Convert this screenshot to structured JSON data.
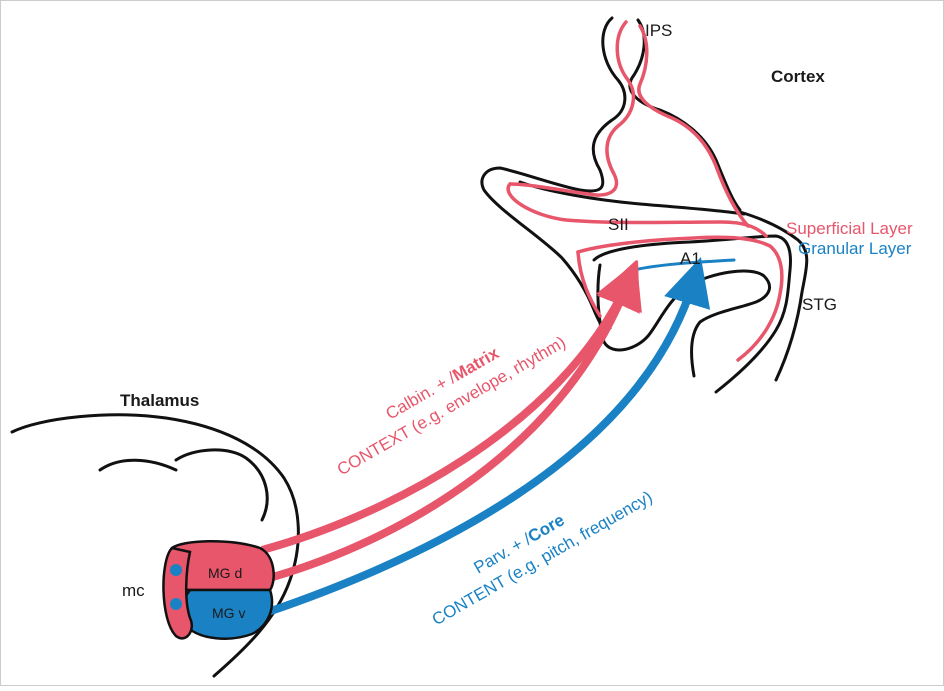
{
  "labels": {
    "ips": "IPS",
    "cortex": "Cortex",
    "sii": "SII",
    "a1": "A1",
    "stg": "STG",
    "thalamus": "Thalamus",
    "mc": "mc",
    "mgd": "MG d",
    "mgv": "MG v"
  },
  "legend": {
    "superficial": "Superficial Layer",
    "granular": "Granular Layer"
  },
  "pathways": {
    "matrix_line1_prefix": "Calbin. + /",
    "matrix_line1_bold": "Matrix",
    "matrix_line2": "CONTEXT (e.g. envelope, rhythm)",
    "core_line1_prefix": "Parv. + /",
    "core_line1_bold": "Core",
    "core_line2": "CONTENT (e.g. pitch, frequency)"
  },
  "colors": {
    "superficial": "#e8566b",
    "granular": "#1a82c4",
    "outline": "#111111"
  }
}
